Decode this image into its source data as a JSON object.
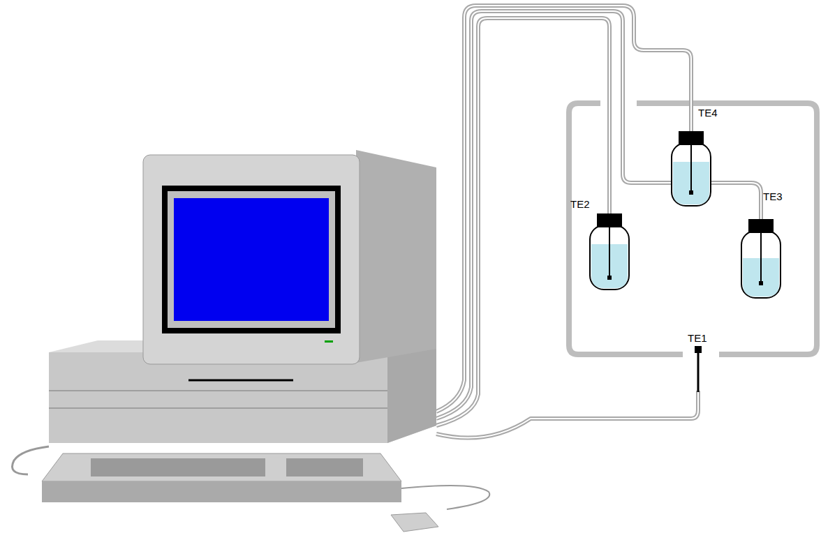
{
  "diagram": {
    "labels": [
      "TE4",
      "TE2",
      "TE3",
      "TE1"
    ]
  }
}
